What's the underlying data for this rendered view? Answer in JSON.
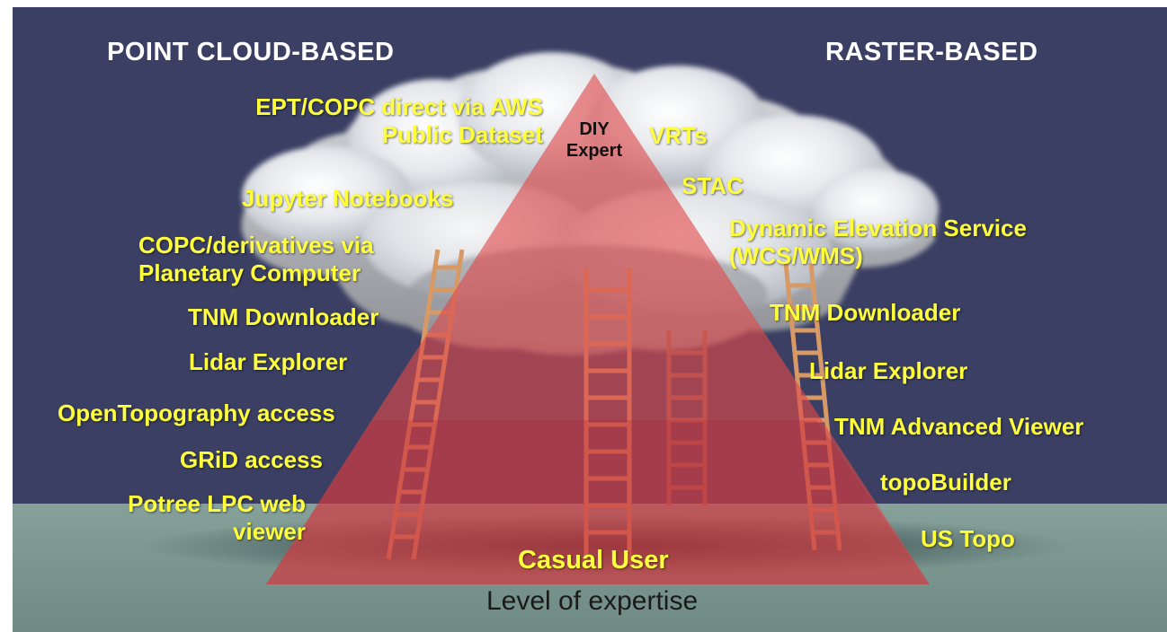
{
  "headers": {
    "left": "POINT CLOUD-BASED",
    "right": "RASTER-BASED"
  },
  "apex_label": "DIY Expert",
  "base_label": "Casual User",
  "axis_label": "Level of expertise",
  "point_cloud_tools": [
    "EPT/COPC direct via AWS Public Dataset",
    "Jupyter Notebooks",
    "COPC/derivatives via Planetary Computer",
    "TNM Downloader",
    "Lidar Explorer",
    "OpenTopography access",
    "GRiD access",
    "Potree LPC web viewer"
  ],
  "raster_tools": [
    "VRTs",
    "STAC",
    "Dynamic Elevation Service (WCS/WMS)",
    "TNM Downloader",
    "Lidar Explorer",
    "TNM Advanced Viewer",
    "topoBuilder",
    "US Topo"
  ],
  "colors": {
    "sky": "#3a3f63",
    "ground": "#7a958f",
    "pyramid": "#e0484a",
    "label_text": "#ffff3c",
    "header_text": "#ffffff"
  }
}
